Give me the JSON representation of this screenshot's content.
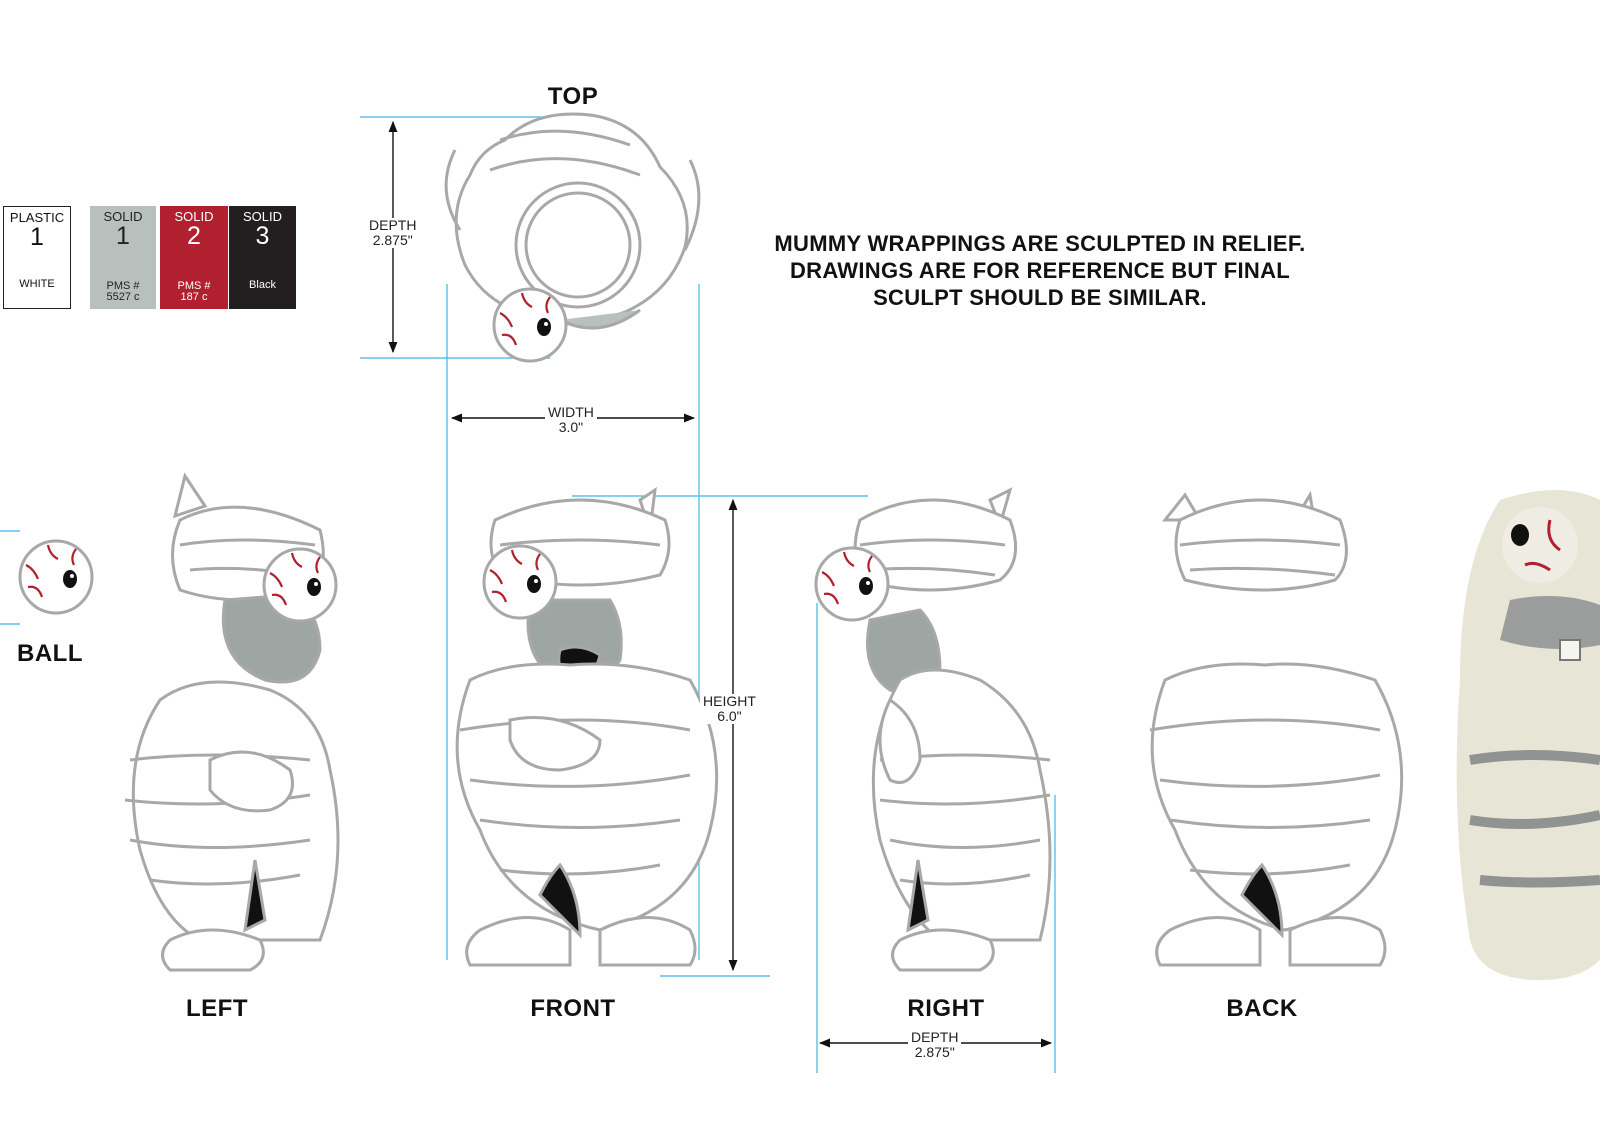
{
  "views": {
    "top": "TOP",
    "ball": "BALL",
    "left": "LEFT",
    "front": "FRONT",
    "right": "RIGHT",
    "back": "BACK"
  },
  "dimensions": {
    "top_depth": {
      "label": "DEPTH",
      "value": "2.875\""
    },
    "width": {
      "label": "WIDTH",
      "value": "3.0\""
    },
    "height": {
      "label": "HEIGHT",
      "value": "6.0\""
    },
    "right_depth": {
      "label": "DEPTH",
      "value": "2.875\""
    }
  },
  "note": {
    "line1": "MUMMY WRAPPINGS ARE SCULPTED IN RELIEF.",
    "line2": "DRAWINGS ARE FOR REFERENCE BUT FINAL",
    "line3": "SCULPT SHOULD BE SIMILAR."
  },
  "swatches": [
    {
      "title": "PLASTIC",
      "number": "1",
      "sub": "WHITE",
      "sub2": "",
      "color": "#ffffff",
      "text_color": "#111111"
    },
    {
      "title": "SOLID",
      "number": "1",
      "sub": "PMS #",
      "sub2": "5527 c",
      "color": "#b7c0bd",
      "text_color": "#222222"
    },
    {
      "title": "SOLID",
      "number": "2",
      "sub": "PMS #",
      "sub2": "187 c",
      "color": "#b0202f",
      "text_color": "#ffffff"
    },
    {
      "title": "SOLID",
      "number": "3",
      "sub": "Black",
      "sub2": "",
      "color": "#231f20",
      "text_color": "#ffffff"
    }
  ],
  "colors": {
    "dimension_line": "#42b4e6",
    "outline": "#a8a8a8",
    "skin": "#9ea6a4",
    "vein": "#b0202f"
  }
}
